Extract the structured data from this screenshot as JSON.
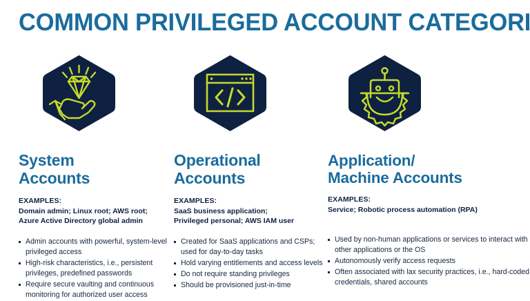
{
  "title": "COMMON PRIVILEGED ACCOUNT CATEGORIES",
  "colors": {
    "title_blue": "#1a6c9c",
    "heading_blue": "#1a6c9c",
    "hex_navy": "#0e2141",
    "accent_lime": "#c5d92d",
    "body_navy": "#16263f",
    "background": "#ffffff"
  },
  "columns": [
    {
      "icon": "hand-holding-diamond-icon",
      "heading": "System\nAccounts",
      "examples_label": "EXAMPLES:",
      "examples_text": "Domain admin; Linux root; AWS root;\nAzure Active Directory global admin",
      "bullets": [
        "Admin accounts with powerful, system-level privileged access",
        "High-risk characteristics, i.e., persistent privileges, predefined passwords",
        "Require secure vaulting and continuous monitoring for authorized user access"
      ]
    },
    {
      "icon": "code-window-icon",
      "heading": "Operational\nAccounts",
      "examples_label": "EXAMPLES:",
      "examples_text": "SaaS business application;\nPrivileged personal; AWS IAM user",
      "bullets": [
        "Created for SaaS applications and CSPs; used for day-to-day tasks",
        "Hold varying entitlements and access levels",
        "Do not require standing privileges",
        "Should be provisioned just-in-time"
      ]
    },
    {
      "icon": "robot-gear-icon",
      "heading": "Application/\nMachine Accounts",
      "examples_label": "EXAMPLES:",
      "examples_text": "Service; Robotic process automation (RPA)",
      "bullets": [
        "Used by non-human applications or services to interact with other applications or the OS",
        "Autonomously verify access requests",
        "Often associated with lax security practices, i.e., hard-coded credentials, shared accounts"
      ]
    }
  ]
}
